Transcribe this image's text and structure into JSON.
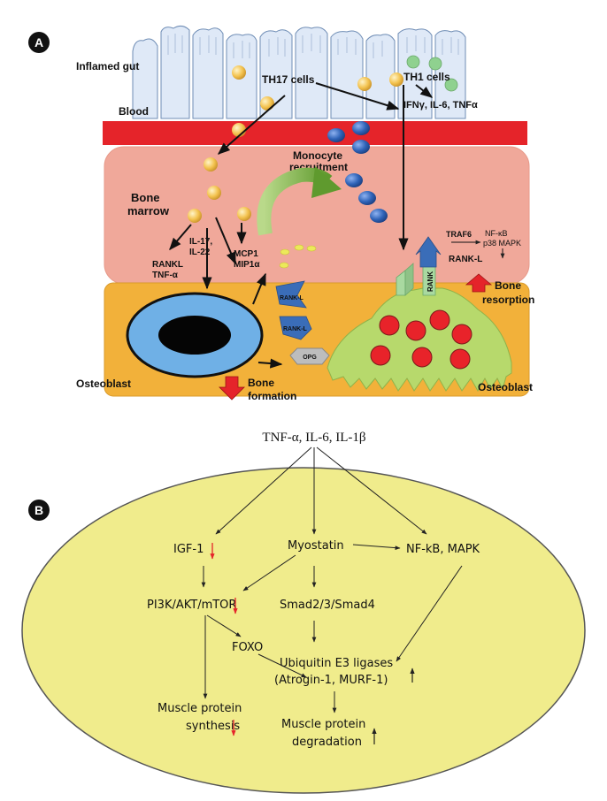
{
  "panel_a": {
    "badge": "A",
    "labels": {
      "inflamed_gut": "Inflamed gut",
      "blood": "Blood",
      "th17": "TH17 cells",
      "th1": "TH1 cells",
      "th1_cytokines": "IFNγ, IL-6, TNFα",
      "monocyte_line1": "Monocyte",
      "monocyte_line2": "recruitment",
      "bone_marrow_line1": "Bone",
      "bone_marrow_line2": "marrow",
      "il_line1": "IL-17,",
      "il_line2": "IL-22",
      "mcp1": "MCP1",
      "mip1a": "MIP1α",
      "rankl": "RANKL",
      "tnfa": "TNF-α",
      "traf6": "TRAF6",
      "nfkb": "NF-κB",
      "p38": "p38 MAPK",
      "rank_l_right": "RANK-L",
      "rank": "RANK",
      "rank_l_1": "RANK-L",
      "rank_l_2": "RANK-L",
      "opg": "OPG",
      "bone_resorption_line1": "Bone",
      "bone_resorption_line2": "resorption",
      "bone_formation_line1": "Bone",
      "bone_formation_line2": "formation",
      "osteoblast_left": "Osteoblast",
      "osteoblast_right": "Osteoblast"
    },
    "colors": {
      "gut_cell": "#dfe9f7",
      "blood": "#e5242a",
      "marrow": "#f0a89a",
      "bone": "#f2b13a",
      "osteoblast_cell": "#6fb0e6",
      "osteoclast": "#b7d96c",
      "nucleus_red": "#e8232a",
      "th17_cell": "#f3c24e",
      "monocyte": "#2f63b8",
      "th1_cell": "#8fd18f",
      "rank_l": "#3a6db8",
      "rank": "#a9d9a0",
      "arrow_red": "#e5242a",
      "curved_arrow": "#74a83a"
    }
  },
  "panel_b": {
    "badge": "B",
    "top_label": "TNF-α, IL-6, IL-1β",
    "nodes": {
      "igf1": "IGF-1",
      "myostatin": "Myostatin",
      "nfkb_mapk": "NF-kB, MAPK",
      "pi3k": "PI3K/AKT/mTOR",
      "smad": "Smad2/3/Smad4",
      "foxo": "FOXO",
      "ubiq_line1": "Ubiquitin E3 ligases",
      "ubiq_line2": "(Atrogin-1, MURF-1)",
      "synth_line1": "Muscle protein",
      "synth_line2": "synthesis",
      "degr_line1": "Muscle protein",
      "degr_line2": "degradation"
    },
    "indicators": {
      "igf1": "down",
      "pi3k": "down",
      "synthesis": "down",
      "ubiquitin": "up",
      "degradation": "up"
    },
    "colors": {
      "ellipse_fill": "#f0ec8c",
      "ellipse_stroke": "#555555",
      "down_arrow": "#e5242a",
      "up_arrow": "#111111"
    }
  }
}
